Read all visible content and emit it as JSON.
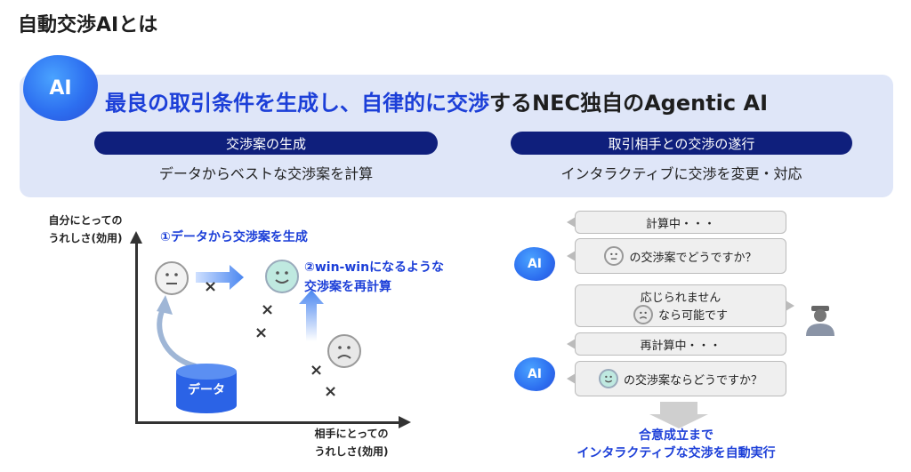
{
  "page_title": "自動交渉AIとは",
  "banner": {
    "ai_badge": "AI",
    "headline_part1": "最良の取引条件を生成し、自律的に交渉",
    "headline_part2": "するNEC独自のAgentic AI",
    "left": {
      "pill": "交渉案の生成",
      "sub": "データからベストな交渉案を計算"
    },
    "right": {
      "pill": "取引相手との交渉の遂行",
      "sub": "インタラクティブに交渉を変更・対応"
    }
  },
  "chart": {
    "ylabel_line1": "自分にとっての",
    "ylabel_line2": "うれしさ(効用)",
    "xlabel_line1": "相手にとっての",
    "xlabel_line2": "うれしさ(効用)",
    "step1": "①データから交渉案を生成",
    "step2_line1": "②win-winになるような",
    "step2_line2": "交渉案を再計算",
    "database_label": "データ",
    "x_mark": "×"
  },
  "conversation": {
    "ai_badge": "AI",
    "msg1_status": "計算中・・・",
    "msg1_text": "の交渉案でどうですか？",
    "reply_line1": "応じられません",
    "reply_line2": "なら可能です",
    "msg2_status": "再計算中・・・",
    "msg2_text": "の交渉案ならどうですか？",
    "conclusion_line1": "合意成立まで",
    "conclusion_line2": "インタラクティブな交渉を自動実行"
  },
  "colors": {
    "brand_blue": "#1c3fd8",
    "navy": "#0f1f7c",
    "banner_bg": "#dfe6f8"
  }
}
